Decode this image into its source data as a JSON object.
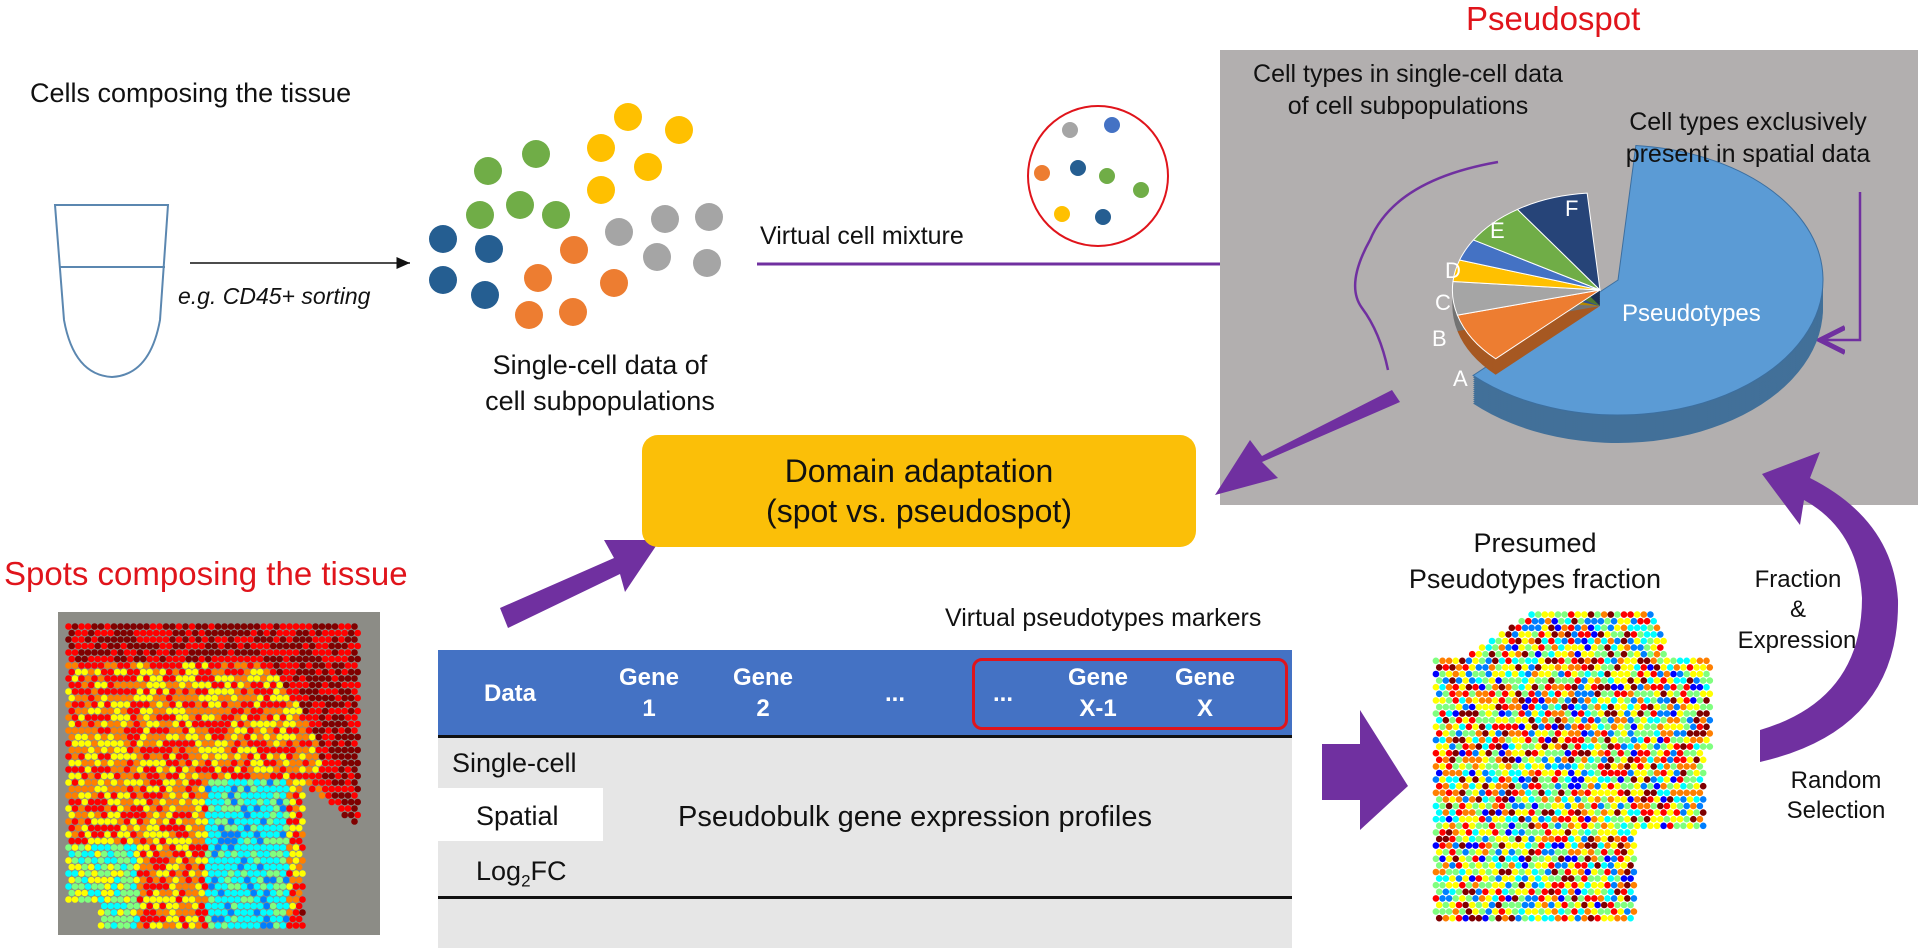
{
  "labels": {
    "cells_tissue": "Cells composing the tissue",
    "sorting": "e.g. CD45+ sorting",
    "single_cell_line1": "Single-cell data of",
    "single_cell_line2": "cell subpopulations",
    "virtual_mixture": "Virtual cell mixture",
    "pseudospot": "Pseudospot",
    "celltypes_sc_line1": "Cell types in single-cell data",
    "celltypes_sc_line2": "of cell subpopulations",
    "celltypes_sp_line1": "Cell types exclusively",
    "celltypes_sp_line2": "present in spatial data",
    "domain_line1": "Domain adaptation",
    "domain_line2": "(spot vs. pseudospot)",
    "spots_tissue": "Spots composing the tissue",
    "virtual_markers": "Virtual pseudotypes markers",
    "presumed_line1": "Presumed",
    "presumed_line2": "Pseudotypes fraction",
    "fraction_line1": "Fraction",
    "fraction_line2": "&",
    "fraction_line3": "Expression",
    "random_line1": "Random",
    "random_line2": "Selection"
  },
  "pie": {
    "slice_labels": [
      "A",
      "B",
      "C",
      "D",
      "E",
      "F",
      "Pseudotypes"
    ],
    "colors": [
      "#ed7d31",
      "#a5a5a5",
      "#ffc000",
      "#4472c4",
      "#70ad47",
      "#264478",
      "#5b9bd5"
    ]
  },
  "table": {
    "headers": [
      {
        "line1": "Data",
        "line2": ""
      },
      {
        "line1": "Gene",
        "line2": "1"
      },
      {
        "line1": "Gene",
        "line2": "2"
      },
      {
        "line1": "...",
        "line2": ""
      },
      {
        "line1": "...",
        "line2": ""
      },
      {
        "line1": "Gene",
        "line2": "X-1"
      },
      {
        "line1": "Gene",
        "line2": "X"
      }
    ],
    "rows": [
      "Single-cell",
      "Spatial",
      "Log"
    ],
    "log_sub": "2",
    "log_suffix": "FC",
    "body": "Pseudobulk gene expression profiles"
  },
  "colors": {
    "accent_red": "#e0141b",
    "arrow_purple": "#7030a0",
    "domain_yellow": "#fbbf08",
    "table_header": "#4472c4",
    "panel_gray": "#b2afaf"
  }
}
